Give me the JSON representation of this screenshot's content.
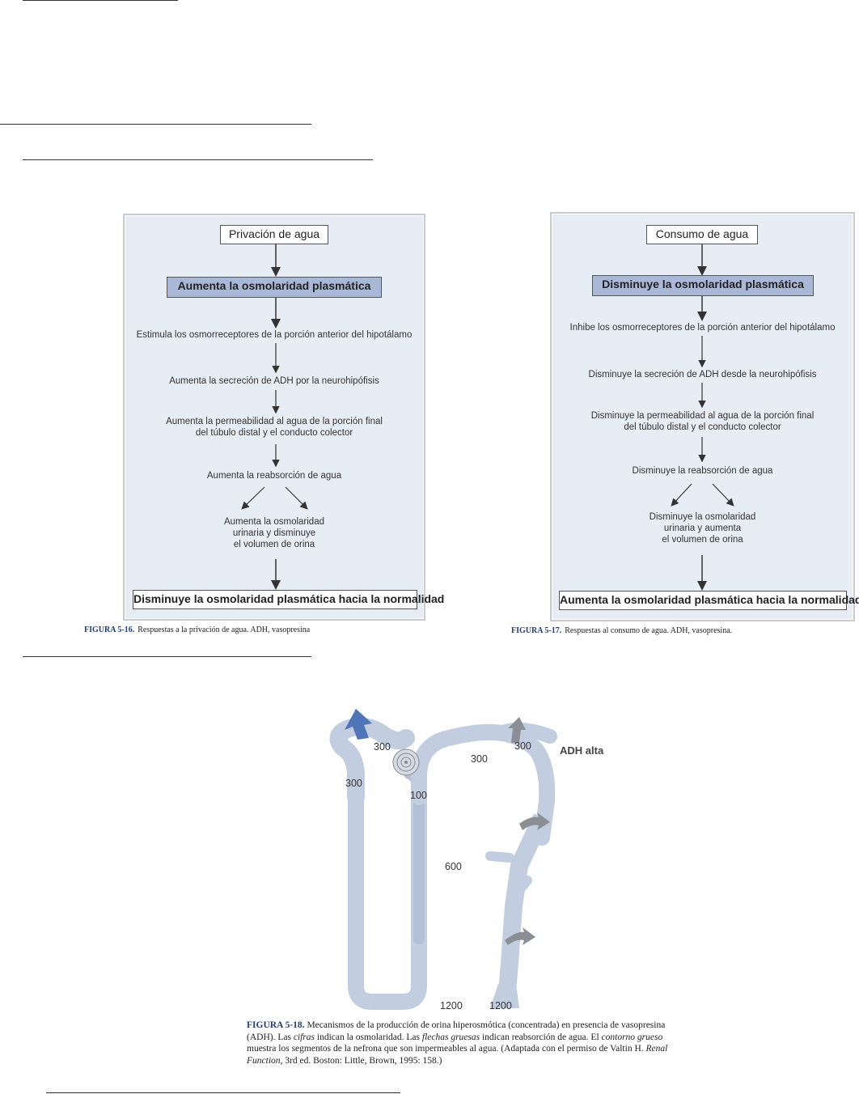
{
  "fig16": {
    "top_box": "Privación de agua",
    "highlight_box": "Aumenta la osmolaridad plasmática",
    "step1": "Estimula los osmorreceptores de la porción anterior del hipotálamo",
    "step2": "Aumenta la secreción de ADH por la neurohipófisis",
    "step3_line1": "Aumenta la permeabilidad al agua de la porción final",
    "step3_line2": "del túbulo distal y el conducto colector",
    "step4": "Aumenta la reabsorción de agua",
    "step5_line1": "Aumenta la osmolaridad",
    "step5_line2": "urinaria y disminuye",
    "step5_line3": "el volumen de orina",
    "bottom_box": "Disminuye la osmolaridad plasmática hacia la normalidad",
    "caption_label": "FIGURA 5-16.",
    "caption_text": "Respuestas a la privación de agua. ADH, vasopresina"
  },
  "fig17": {
    "top_box": "Consumo de agua",
    "highlight_box": "Disminuye la osmolaridad plasmática",
    "step1": "Inhibe los osmorreceptores de la porción anterior del hipotálamo",
    "step2": "Disminuye la secreción de ADH desde la neurohipófisis",
    "step3_line1": "Disminuye la permeabilidad al agua de la porción final",
    "step3_line2": "del túbulo distal y el conducto colector",
    "step4": "Disminuye la reabsorción de agua",
    "step5_line1": "Disminuye la osmolaridad",
    "step5_line2": "urinaria y aumenta",
    "step5_line3": "el volumen de orina",
    "bottom_box": "Aumenta la osmolaridad plasmática hacia la normalidad",
    "caption_label": "FIGURA 5-17.",
    "caption_text": "Respuestas al consumo de agua. ADH, vasopresina."
  },
  "fig18": {
    "labels": {
      "n300_top": "300",
      "n300_left": "300",
      "n100": "100",
      "n300_mid": "300",
      "n300_right": "300",
      "n600": "600",
      "n1200_a": "1200",
      "n1200_b": "1200"
    },
    "adh_label": "ADH alta",
    "caption_label": "FIGURA 5-18.",
    "caption_p1": "Mecanismos de la producción de orina hiperosmótica (concentrada) en presencia de vasopresina (ADH). Las ",
    "caption_i1": "cifras",
    "caption_p2": " indican la osmolaridad. Las ",
    "caption_i2": "flechas gruesas",
    "caption_p3": " indican reabsorción de agua. El ",
    "caption_i3": "contorno grueso",
    "caption_p4": " muestra los segmentos de la nefrona que son impermeables al agua. (Adaptada con el permiso de Valtin H. ",
    "caption_i4": "Renal Function",
    "caption_p5": ", 3rd ed. Boston: Little, Brown, 1995: 158.)"
  },
  "colors": {
    "panel_bg": "#e6edf5",
    "highlight_box": "#aab8d8",
    "tubule_fill": "#c2cde0",
    "arrow_blue": "#4f74b8",
    "arrow_gray": "#8a8f96",
    "caption_label": "#1f3f7a"
  }
}
